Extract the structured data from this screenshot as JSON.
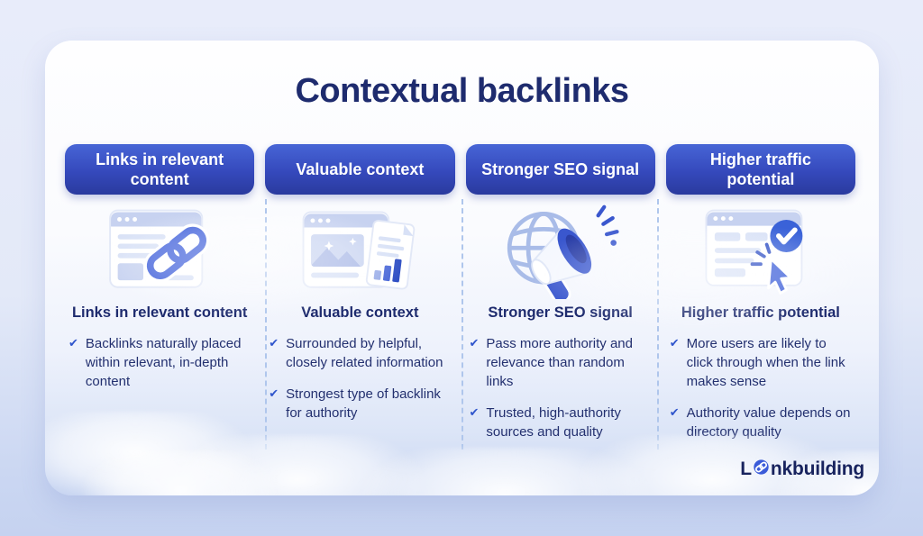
{
  "title": "Contextual backlinks",
  "colors": {
    "pill_top": "#4765D6",
    "pill_bottom": "#2A3A9E",
    "navy_text": "#1E2B6E",
    "check_blue": "#2F55CC",
    "divider_blue": "#AFC6EC",
    "icon_blue": "#3A5BD9",
    "card_bg": "#FDFDFF",
    "page_bg": "#E3E9F8"
  },
  "icons": {
    "check": "✔",
    "column_icons": [
      "browser-link-icon",
      "browser-document-chart-icon",
      "globe-megaphone-icon",
      "browser-check-cursor-icon"
    ],
    "logo_icon": "link-circle-icon"
  },
  "columns": [
    {
      "header": "Links in relevant content",
      "title": "Links in relevant content",
      "bullets": [
        "Backlinks naturally placed within relevant, in-depth content"
      ]
    },
    {
      "header": "Valuable context",
      "title": "Valuable context",
      "bullets": [
        "Surrounded by helpful, closely related information",
        "Strongest type of backlink for authority"
      ]
    },
    {
      "header": "Stronger SEO signal",
      "title": "Stronger SEO signal",
      "bullets": [
        "Pass more authority and relevance than random links",
        "Trusted, high-authority sources and quality"
      ]
    },
    {
      "header": "Higher traffic potential",
      "title": "Higher traffic potential",
      "bullets": [
        "More users are likely to click through when the link makes sense",
        "Authority value depends on directory quality"
      ]
    }
  ],
  "logo": {
    "prefix": "L",
    "suffix": "nkbuilding"
  }
}
